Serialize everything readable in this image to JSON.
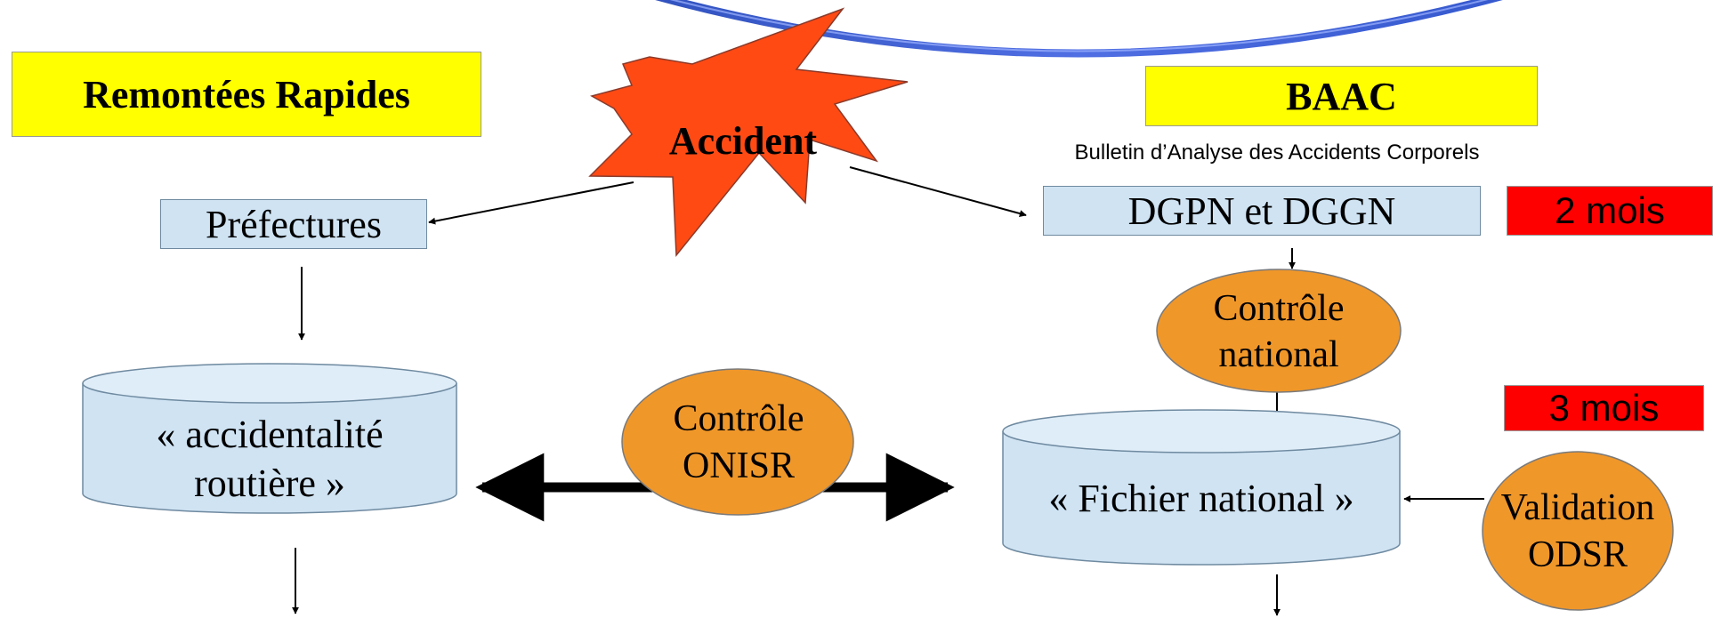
{
  "rapides": {
    "title": "Remontées Rapides",
    "prefectures": "Préfectures",
    "database_line1": "« accidentalité",
    "database_line2": "routière »"
  },
  "accident": {
    "label": "Accident"
  },
  "baac": {
    "title": "BAAC",
    "subtitle": "Bulletin d’Analyse des Accidents Corporels",
    "dgpn": "DGPN et DGGN",
    "fichier": "« Fichier national »"
  },
  "controle_national": {
    "line1": "Contrôle",
    "line2": "national"
  },
  "controle_onisr": {
    "line1": "Contrôle",
    "line2": "ONISR"
  },
  "validation_odsr": {
    "line1": "Validation",
    "line2": "ODSR"
  },
  "durations": {
    "two_months": "2 mois",
    "three_months": "3 mois"
  },
  "colors": {
    "yellow": "#ffff00",
    "light_blue": "#cfe3f3",
    "orange": "#f0972a",
    "red": "#ff0000",
    "star": "#ff4a14",
    "arc_blue": "#2a4fcf"
  }
}
